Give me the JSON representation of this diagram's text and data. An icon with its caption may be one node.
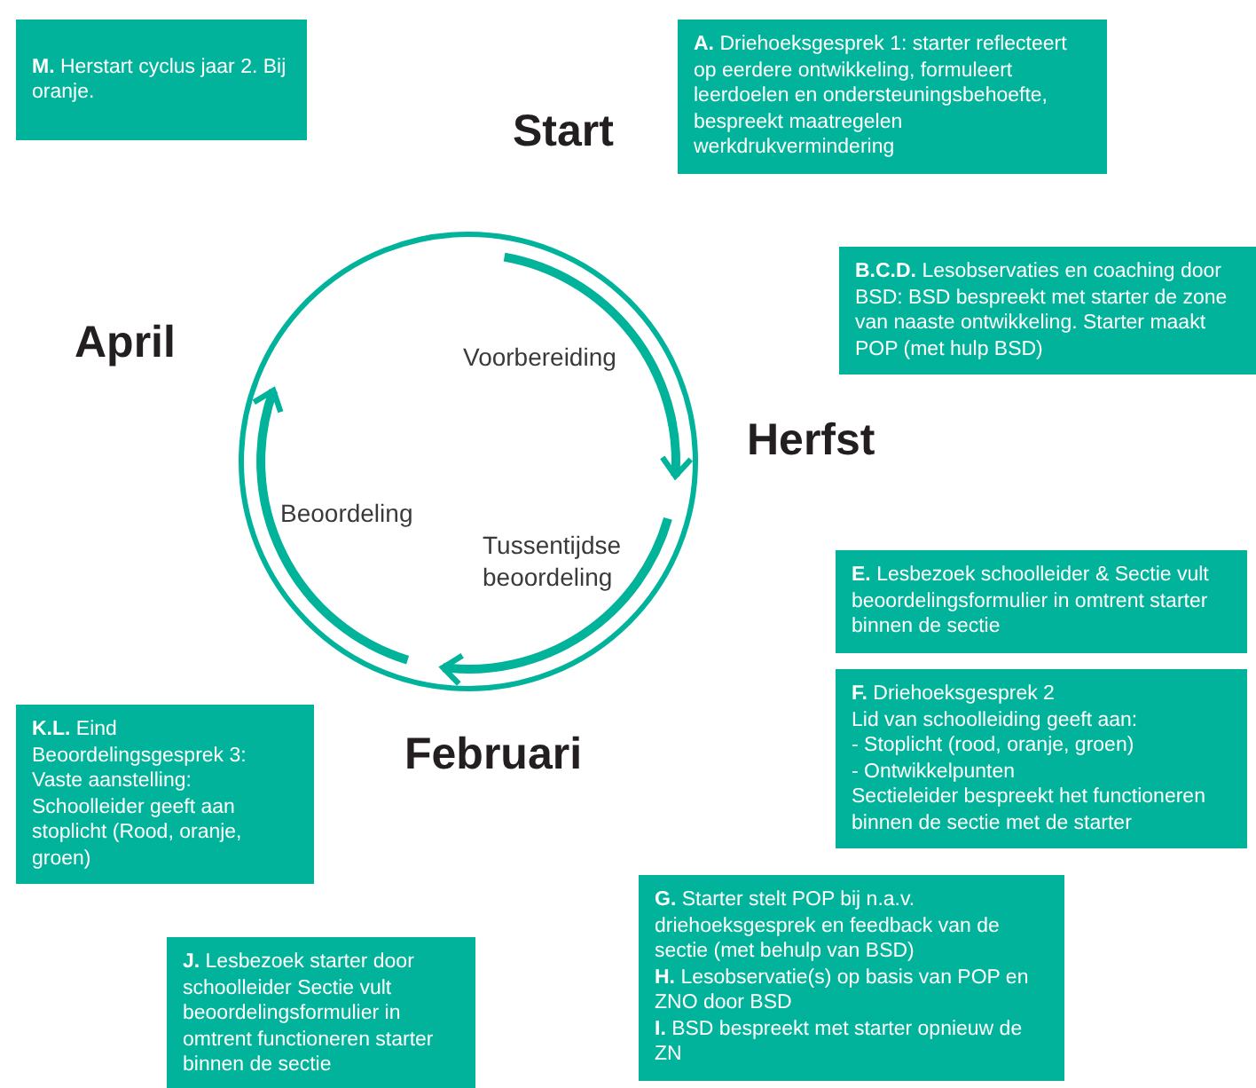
{
  "diagram": {
    "nodes": [
      {
        "text": [
          "**M.** Herstart cyclus jaar 2. Bij oranje."
        ]
      },
      {
        "text": [
          "**A.** Driehoeksgesprek 1: starter reflecteert op eerdere ontwikkeling, formuleert leerdoelen en ondersteuningsbehoefte, bespreekt maatregelen werkdrukvermindering"
        ]
      },
      {
        "text": [
          "**B.C.D.** Lesobservaties en coaching door BSD: BSD bespreekt met starter de zone van naaste ontwikkeling. Starter maakt POP (met hulp BSD)"
        ]
      },
      {
        "text": [
          "**E.** Lesbezoek schoolleider & Sectie vult beoordelingsformulier in omtrent starter binnen de sectie"
        ]
      },
      {
        "text": [
          "**F.** Driehoeksgesprek 2",
          "Lid van schoolleiding geeft aan:",
          "- Stoplicht (rood, oranje, groen)",
          "- Ontwikkelpunten",
          "Sectieleider bespreekt het functioneren binnen de sectie met de starter"
        ]
      },
      {
        "text": [
          "**K.L.** Eind Beoordelingsgesprek 3:",
          "Vaste aanstelling: Schoolleider geeft aan stoplicht (Rood, oranje, groen)"
        ]
      },
      {
        "text": [
          "**G.** Starter stelt POP bij n.a.v. driehoeksgesprek en feedback van de sectie (met behulp van BSD)",
          "**H.** Lesobservatie(s) op basis van POP en ZNO door BSD",
          "**I.** BSD bespreekt met starter opnieuw de ZN"
        ]
      },
      {
        "text": [
          "**J.** Lesbezoek starter door schoolleider Sectie vult beoordelingsformulier in omtrent functioneren starter binnen de sectie"
        ]
      }
    ],
    "labels": [
      "Start",
      "April",
      "Voorbereiding",
      "Herfst",
      "Beoordeling",
      "Tussentijdse beoordeling",
      "Februari"
    ]
  }
}
